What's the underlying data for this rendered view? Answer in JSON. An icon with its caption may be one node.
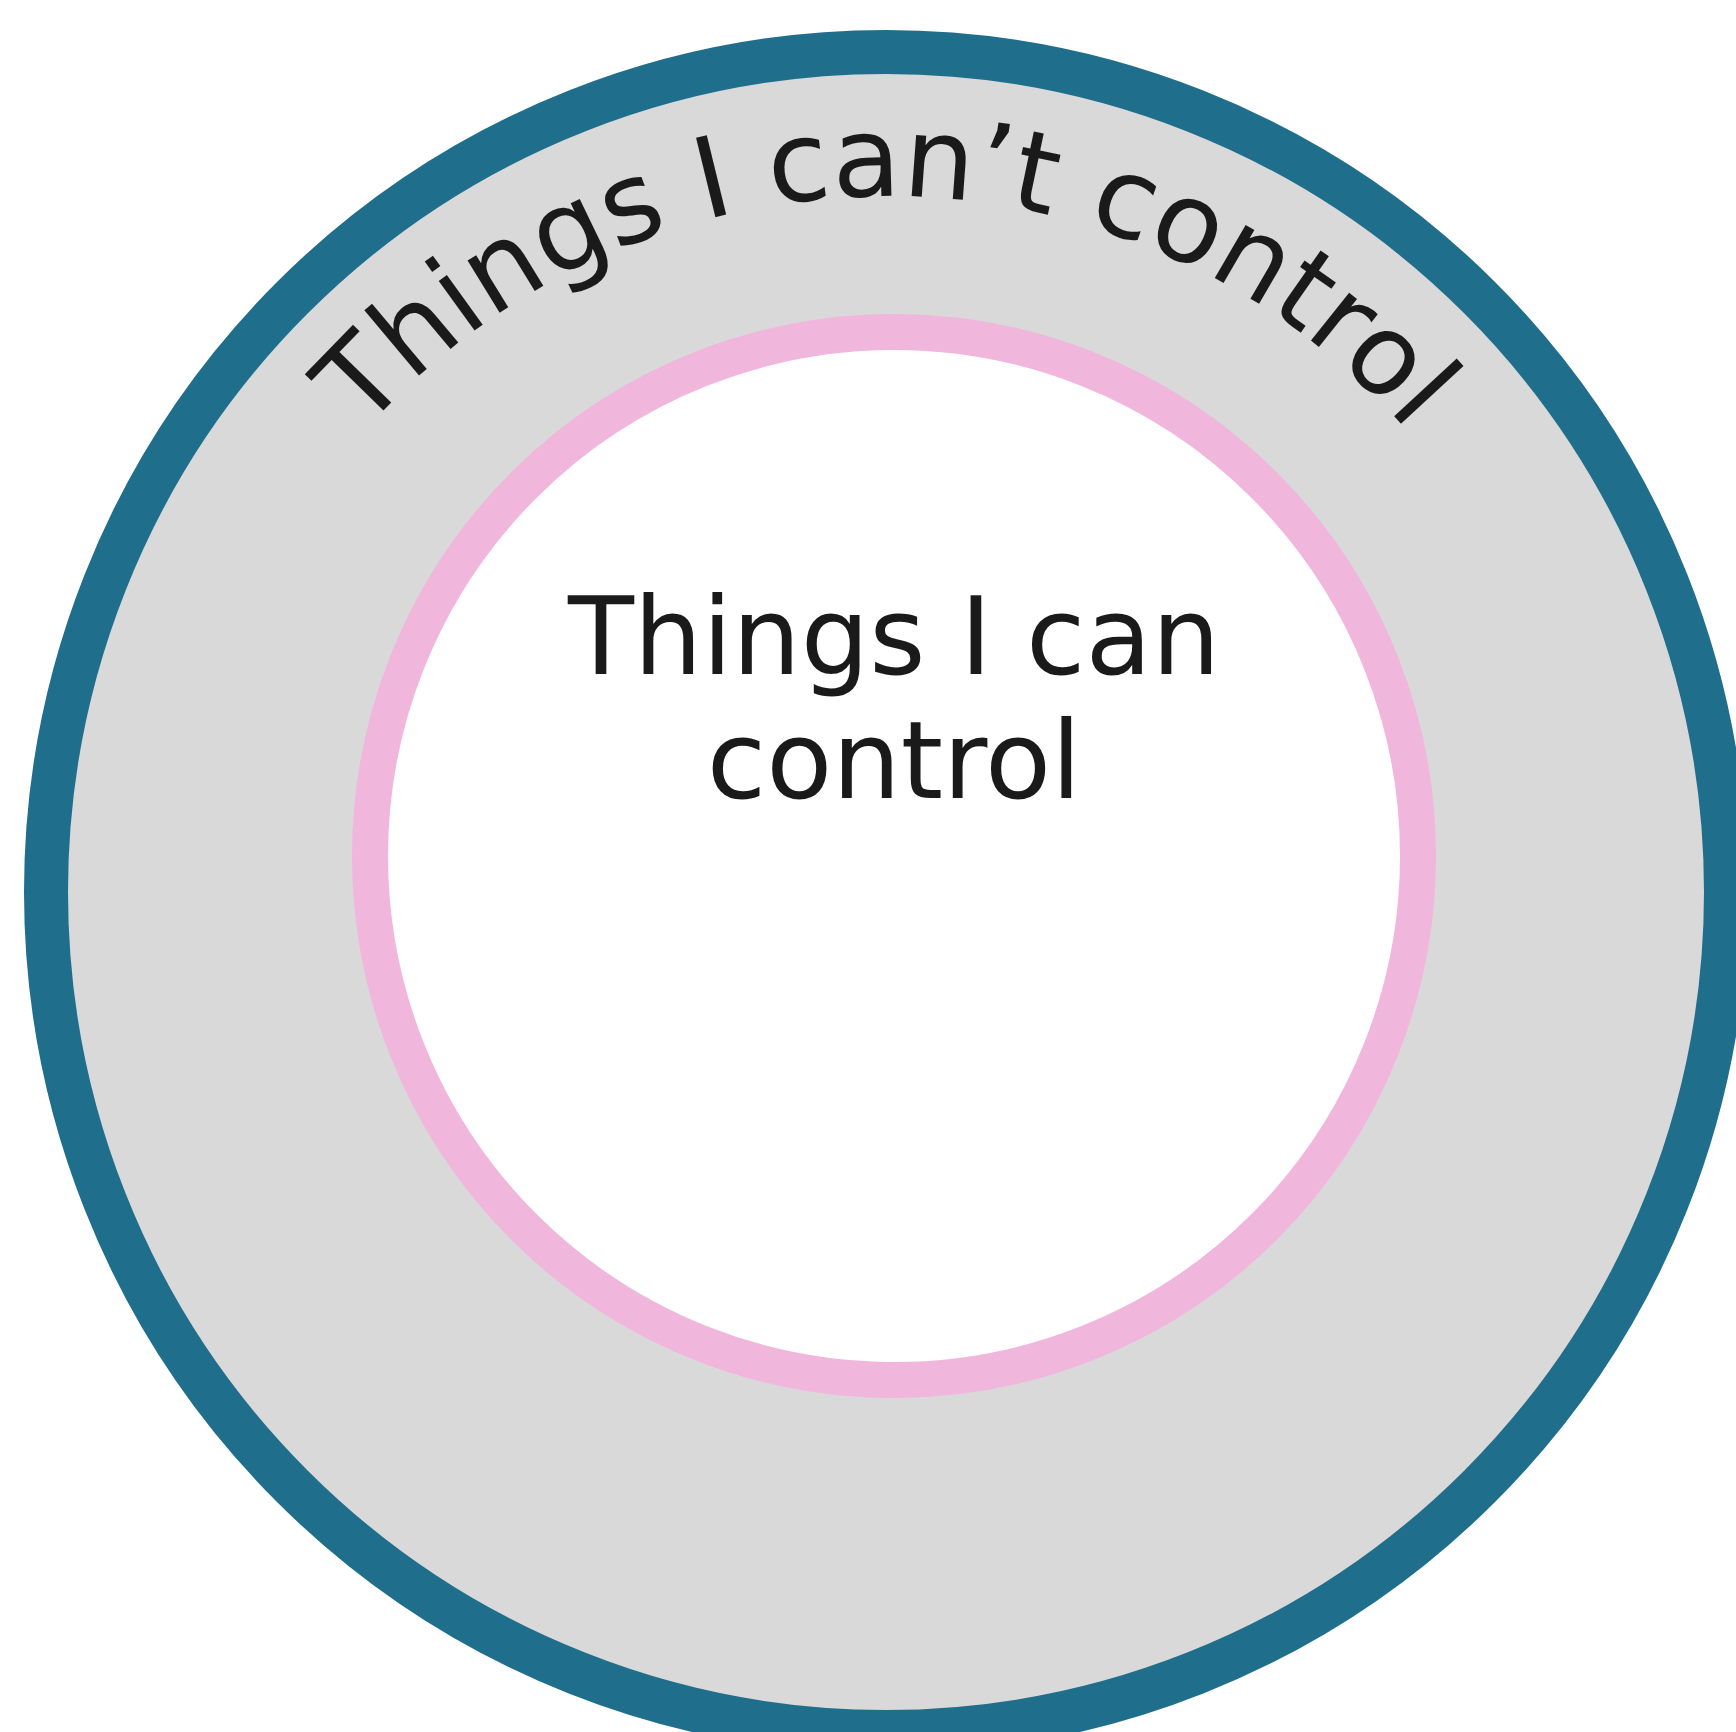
{
  "diagram": {
    "nodes": [
      {
        "text": [
          "Things I can’t control"
        ]
      },
      {
        "text": [
          "Things I can control"
        ],
        "in": 0
      }
    ]
  }
}
